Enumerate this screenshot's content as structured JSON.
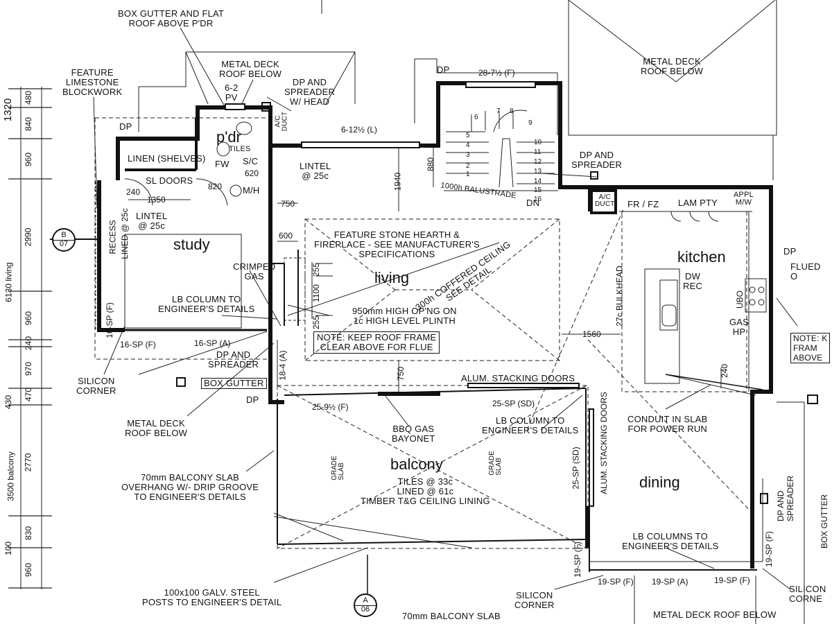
{
  "rooms": {
    "pdr": "p'dr",
    "study": "study",
    "living": "living",
    "kitchen": "kitchen",
    "balcony": "balcony",
    "dining": "dining"
  },
  "notes": {
    "box_gutter_flat": "BOX GUTTER AND FLAT\nROOF ABOVE P'DR",
    "metal_deck_top": "METAL DECK\nROOF BELOW",
    "dp_spreader_head": "DP AND\nSPREADER\nW/ HEAD",
    "metal_deck_right": "METAL DECK\nROOF BELOW",
    "feature_limestone": "FEATURE\nLIMESTONE\nBLOCKWORK",
    "linen": "LINEN (SHELVES)",
    "sl_doors": "SL DOORS",
    "lintel_study": "LINTEL\n@ 25c",
    "lintel_living": "LINTEL\n@ 25c",
    "recess": "RECESS",
    "lined_study": "LINED @ 25c",
    "feature_stone": "FEATURE STONE HEARTH &\nFIREPLACE - SEE MANUFACTURER'S\nSPECIFICATIONS",
    "coffered": "300h COFFERED CEILING\nSEE DETAIL",
    "opening": "950mm HIGH OP'NG ON\n1c HIGH LEVEL PLINTH",
    "note_roof": "NOTE: KEEP ROOF FRAME\nCLEAR ABOVE FOR FLUE",
    "crimped_gas": "CRIMPED\nGAS",
    "lb_column_study": "LB COLUMN TO\nENGINEER'S DETAILS",
    "balustrade": "1000h BALUSTRADE",
    "dp_spreader_kitchen": "DP AND\nSPREADER",
    "ac_duct_kitchen": "A/C\nDUCT",
    "fr_fz": "FR / FZ",
    "lam_pty": "LAM PTY",
    "appl_mw": "APPL\nM/W",
    "bulkhead": "27c BULKHEAD",
    "dw_rec": "DW\nREC",
    "ubo": "UBO",
    "gas_hp": "GAS\nHP",
    "flued": "FLUED\nO",
    "note_frame_right": "NOTE: K\nFRAM\nABOVE",
    "dp_right": "DP",
    "conduit": "CONDUIT IN SLAB\nFOR POWER RUN",
    "alum_stacking_top": "ALUM. STACKING DOORS",
    "alum_stacking_side": "ALUM. STACKING DOORS",
    "lb_column_balcony": "LB COLUMN TO\nENGINEER'S DETAILS",
    "bbq": "BBQ GAS\nBAYONET",
    "grade_slab": "GRADE\nSLAB",
    "balcony_finishes": "TILES @ 33c\nLINED @ 61c\nTIMBER T&G CEILING LINING",
    "silicon_corner_left": "SILICON\nCORNER",
    "silicon_corner_bottom": "SILICON\nCORNER",
    "silicon_corner_right": "SILICON\nCORNE",
    "metal_deck_left": "METAL DECK\nROOF BELOW",
    "balcony_slab": "70mm BALCONY SLAB\nOVERHANG W/- DRIP GROOVE\nTO ENGINEER'S DETAILS",
    "galv_posts": "100x100 GALV. STEEL\nPOSTS TO ENGINEER'S DETAIL",
    "balcony_slab_bottom": "70mm BALCONY SLAB",
    "metal_deck_bottom": "METAL DECK ROOF BELOW",
    "lb_columns_dining": "LB COLUMNS TO\nENGINEER'S DETAILS",
    "dp_spreader_dining": "DP AND\nSPREADER",
    "box_gutter_right": "BOX GUTTER",
    "dp_spreader_study": "DP AND\nSPREADER",
    "box_gutter_study": "BOX GUTTER",
    "pv": "6-2\nPV",
    "ac_duct_pdr": "A/C\nDUCT",
    "tiles": "TILES",
    "fw": "FW",
    "sc": "S/C",
    "mh": "M/H",
    "dn": "DN"
  },
  "dimensions": {
    "d_28_7": "28-7½ (F)",
    "d_6_12": "6-12½ (L)",
    "d_25_9": "25-9½ (F)",
    "d_25_sp_sd_top": "25-SP (SD)",
    "d_25_sp_sd_side": "25-SP (SD)",
    "d_16_sp_f_a": "16-SP (F)",
    "d_16_sp_f_b": "16-SP (F)",
    "d_16_sp_a": "16-SP (A)",
    "d_18_4": "18-4 (A)",
    "d_19_sp_f_left": "19-SP (F)",
    "d_19_sp_f_a": "19-SP (F)",
    "d_19_sp_a": "19-SP (A)",
    "d_19_sp_f_b": "19-SP (F)",
    "d_19_sp_f_right": "19-SP (F)",
    "d_1940": "1940",
    "d_880": "880",
    "d_750a": "750",
    "d_750b": "750",
    "d_600": "600",
    "d_620": "620",
    "d_820": "820",
    "d_240a": "240",
    "d_240b": "240",
    "d_1350": "1350",
    "d_255a": "255",
    "d_1100": "1100",
    "d_255b": "255",
    "d_1560": "1560"
  },
  "left_dims": {
    "d1320": "1320",
    "d480": "480",
    "d840": "840",
    "d960a": "960",
    "d2990": "2990",
    "living": "6130 living",
    "d960b": "960",
    "d240": "240",
    "d970": "970",
    "d470": "470",
    "d430": "430",
    "balcony": "3500 balcony",
    "d2770": "2770",
    "d830": "830",
    "d100": "100",
    "d960c": "960"
  },
  "stair_numbers": [
    "1",
    "2",
    "3",
    "4",
    "5",
    "6",
    "7",
    "8",
    "9",
    "10",
    "11",
    "12",
    "13",
    "14",
    "15",
    "16"
  ],
  "markers": {
    "b07_top": "B",
    "b07_bottom": "07",
    "a06_top": "A",
    "a06_bottom": "06"
  },
  "dp_labels": {
    "dp_top_stair": "DP",
    "dp_left_top": "DP",
    "dp_left_balc": "DP"
  }
}
